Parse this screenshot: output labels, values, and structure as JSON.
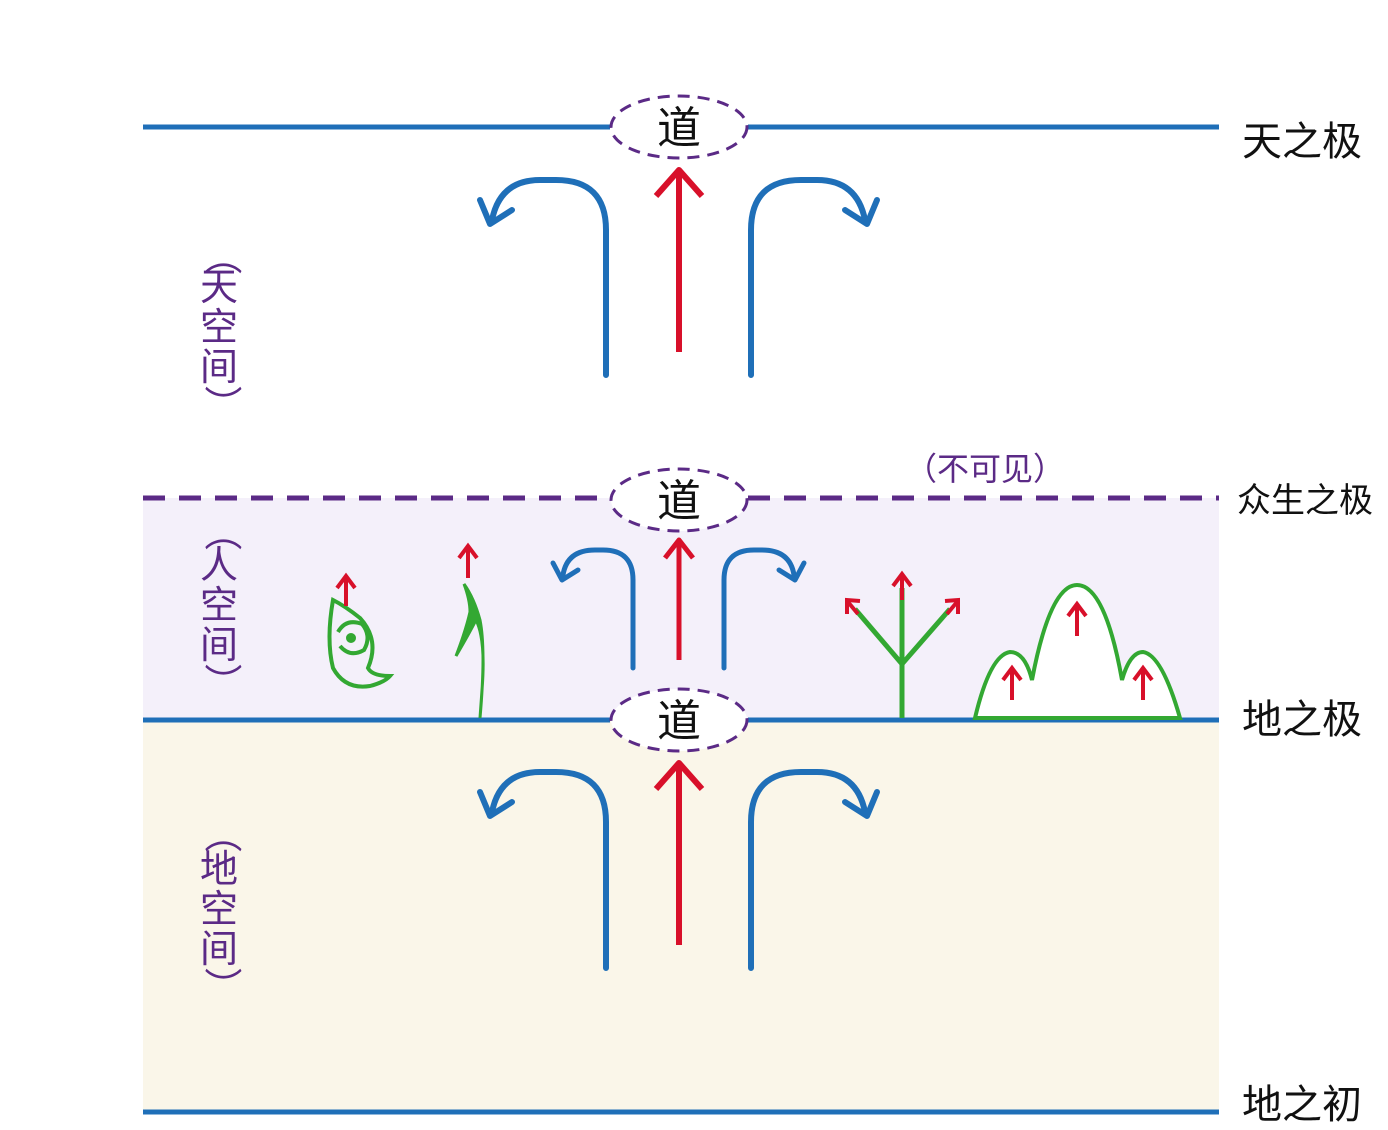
{
  "colors": {
    "blue": "#1f6fb8",
    "red": "#d8102a",
    "green": "#33a832",
    "purple": "#5b2a86",
    "human_bg": "#f4f0fa",
    "earth_bg": "#faf6e9"
  },
  "dao": {
    "top": "道",
    "middle": "道",
    "bottom": "道"
  },
  "poles": {
    "heaven": "天之极",
    "beings": "众生之极",
    "earth": "地之极",
    "origin": "地之初"
  },
  "note": "（不可见）",
  "spaces": {
    "heaven": [
      "（",
      "天",
      "空",
      "间",
      "）"
    ],
    "human": [
      "（",
      "人",
      "空",
      "间",
      "）"
    ],
    "earth": [
      "（",
      "地",
      "空",
      "间",
      "）"
    ]
  },
  "icons": {
    "flow_arrows": "upward-and-branching-arrows",
    "creatures": [
      "bird-glyph-icon",
      "plant-sprout-icon",
      "tree-icon",
      "mountain-icon"
    ]
  }
}
